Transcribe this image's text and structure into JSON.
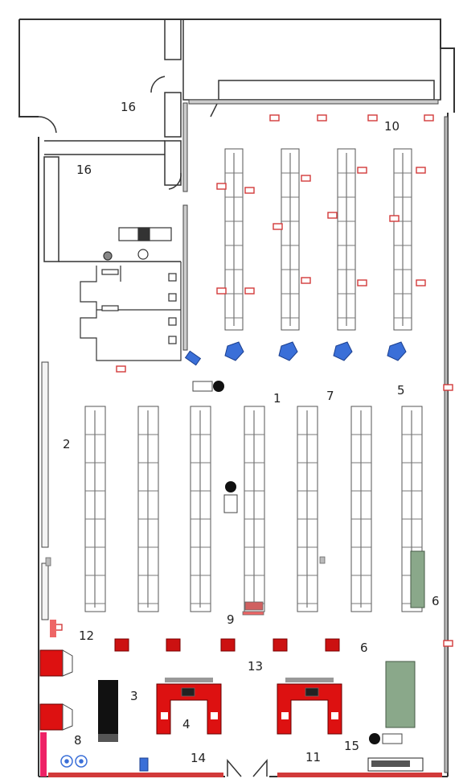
{
  "plan": {
    "labels": {
      "l1": "1",
      "l2": "2",
      "l3": "3",
      "l4": "4",
      "l5": "5",
      "l6a": "6",
      "l6b": "6",
      "l7": "7",
      "l8": "8",
      "l9": "9",
      "l10": "10",
      "l11": "11",
      "l12": "12",
      "l13": "13",
      "l14": "14",
      "l15": "15",
      "l16a": "16",
      "l16b": "16"
    },
    "colors": {
      "wall": "#333333",
      "display_red": "#cc1111",
      "rack_red": "#d23a3a",
      "camera_blue": "#3a6fd8",
      "fridge_green": "#8aa88a",
      "shelf_line": "#555555"
    }
  }
}
